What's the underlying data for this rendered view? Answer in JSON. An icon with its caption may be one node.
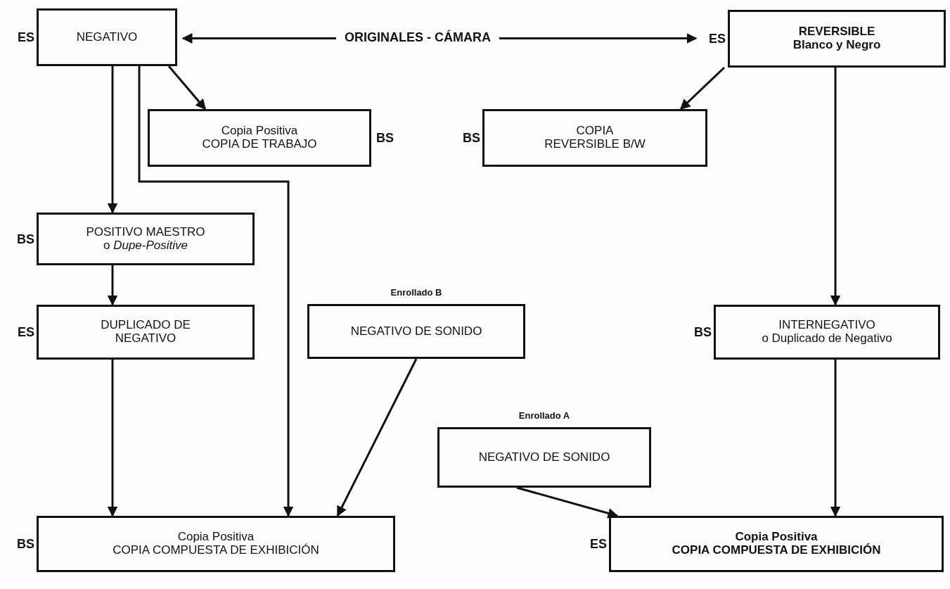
{
  "diagram": {
    "nodes": [
      {
        "text": [
          "NEGATIVO"
        ],
        "beside": [
          "ES"
        ]
      },
      {
        "text": [
          "ORIGINALES - CÁMARA"
        ]
      },
      {
        "text": [
          "REVERSIBLE",
          "Blanco y Negro"
        ],
        "beside": [
          "ES"
        ]
      },
      {
        "text": [
          "Copia Positiva",
          "COPIA DE TRABAJO"
        ],
        "beside": [
          "BS"
        ]
      },
      {
        "text": [
          "COPIA REVERSIBLE B/W"
        ],
        "beside": [
          "BS"
        ]
      },
      {
        "text": [
          "POSITIVO MAESTRO",
          "o *Dupe-Positive*"
        ],
        "beside": [
          "BS"
        ]
      },
      {
        "text": [
          "DUPLICADO DE NEGATIVO"
        ],
        "beside": [
          "ES"
        ]
      },
      {
        "text": [
          "NEGATIVO DE SONIDO"
        ],
        "beside": [
          "Enrollado B"
        ]
      },
      {
        "text": [
          "INTERNEGATIVO",
          "o Duplicado de Negativo"
        ],
        "beside": [
          "BS"
        ]
      },
      {
        "text": [
          "NEGATIVO DE SONIDO"
        ],
        "beside": [
          "Enrollado A"
        ]
      },
      {
        "text": [
          "Copia Positiva",
          "COPIA COMPUESTA DE EXHIBICIÓN"
        ],
        "beside": [
          "BS"
        ]
      },
      {
        "text": [
          "Copia Positiva",
          "COPIA COMPUESTA DE EXHIBICIÓN"
        ],
        "beside": [
          "ES"
        ]
      }
    ],
    "edges": [
      {
        "from": 1,
        "to": 0,
        "arrow": "to"
      },
      {
        "from": 1,
        "to": 2,
        "arrow": "to"
      },
      {
        "from": 0,
        "to": 5,
        "arrow": "to"
      },
      {
        "from": 0,
        "to": 10,
        "arrow": "to"
      },
      {
        "from": 0,
        "to": 3,
        "arrow": "to"
      },
      {
        "from": 2,
        "to": 4,
        "arrow": "to"
      },
      {
        "from": 2,
        "to": 8,
        "arrow": "to"
      },
      {
        "from": 5,
        "to": 6,
        "arrow": "to"
      },
      {
        "from": 6,
        "to": 10,
        "arrow": "to"
      },
      {
        "from": 7,
        "to": 10,
        "arrow": "to"
      },
      {
        "from": 8,
        "to": 11,
        "arrow": "to"
      },
      {
        "from": 9,
        "to": 11,
        "arrow": "to"
      }
    ]
  }
}
